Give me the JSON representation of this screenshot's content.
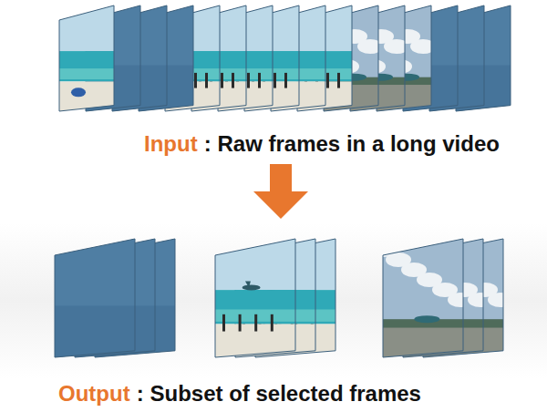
{
  "diagram": {
    "labels": [
      "Input",
      ": Raw frames in a long video",
      "Output",
      ": Subset of selected frames"
    ]
  }
}
